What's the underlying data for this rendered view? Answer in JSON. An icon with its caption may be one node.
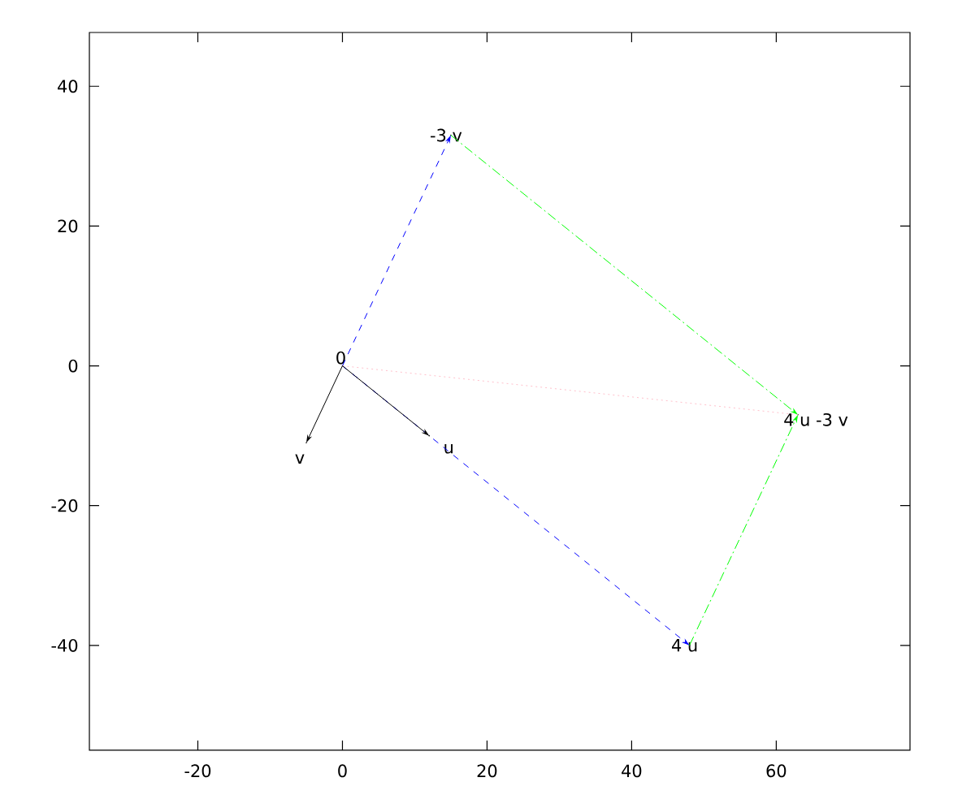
{
  "diagram": {
    "nodes": [
      {
        "text": [],
        "shape": "point",
        "beside": [
          "0"
        ]
      },
      {
        "text": [],
        "shape": "point",
        "beside": [
          "u"
        ]
      },
      {
        "text": [],
        "shape": "point",
        "beside": [
          "v"
        ]
      },
      {
        "text": [],
        "shape": "point",
        "beside": [
          "4 u"
        ]
      },
      {
        "text": [],
        "shape": "point",
        "beside": [
          "-3 v"
        ]
      },
      {
        "text": [],
        "shape": "point",
        "beside": [
          "4 u -3 v"
        ]
      }
    ],
    "edges": [
      {
        "from": 0,
        "to": 3,
        "arrow": "to",
        "style": "dashed",
        "color": "#0000ff"
      },
      {
        "from": 0,
        "to": 4,
        "arrow": "to",
        "style": "dashed",
        "color": "#0000ff"
      },
      {
        "from": 0,
        "to": 1,
        "arrow": "to",
        "color": "#000000"
      },
      {
        "from": 0,
        "to": 2,
        "arrow": "to",
        "color": "#000000"
      },
      {
        "from": 4,
        "to": 5,
        "arrow": "to",
        "style": "dashed",
        "color": "#00ff00"
      },
      {
        "from": 3,
        "to": 5,
        "arrow": "to",
        "style": "dashed",
        "color": "#00ff00"
      },
      {
        "from": 0,
        "to": 5,
        "arrow": "none",
        "style": "dashed",
        "color": "#ffc0cb"
      }
    ],
    "labels": [
      "40",
      "20",
      "0",
      "-20",
      "-40",
      "-20",
      "0",
      "20",
      "40",
      "60"
    ]
  }
}
